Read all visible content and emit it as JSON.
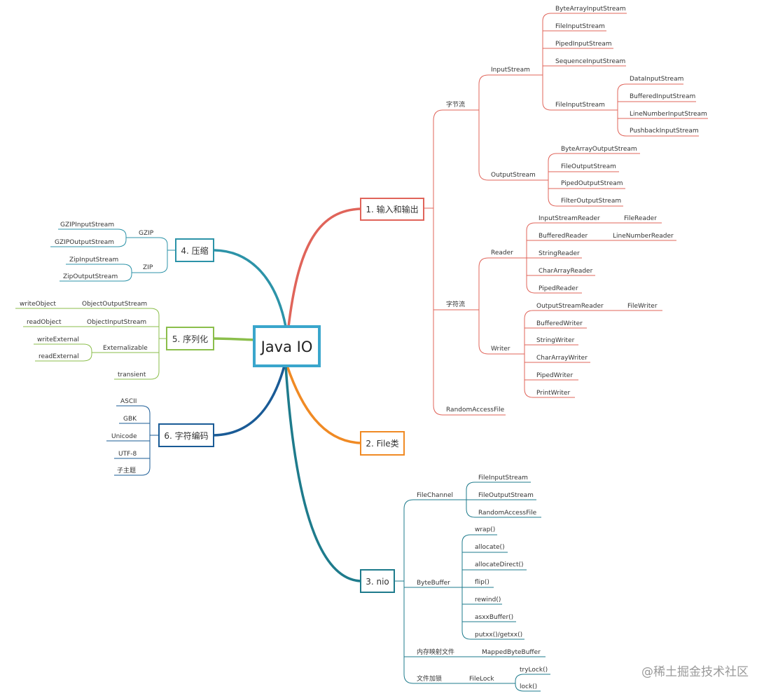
{
  "root": {
    "label": "Java IO"
  },
  "branches": {
    "io": {
      "label": "1. 输入和输出",
      "color": "#e0645a"
    },
    "file": {
      "label": "2. File类",
      "color": "#f08a24"
    },
    "nio": {
      "label": "3. nio",
      "color": "#1e7b8c"
    },
    "zip": {
      "label": "4. 压缩",
      "color": "#2c93a8"
    },
    "ser": {
      "label": "5. 序列化",
      "color": "#8bbe4b"
    },
    "enc": {
      "label": "6. 字符编码",
      "color": "#1a5b96"
    }
  },
  "io": {
    "byte_stream": "字节流",
    "input_stream": "InputStream",
    "input_children": [
      "ByteArrayInputStream",
      "FileInputStream",
      "PipedInputStream",
      "SequenceInputStream",
      "FileInputStream"
    ],
    "filter_children": [
      "DataInputStream",
      "BufferedInputStream",
      "LineNumberInputStream",
      "PushbackInputStream"
    ],
    "output_stream": "OutputStream",
    "output_children": [
      "ByteArrayOutputStream",
      "FileOutputStream",
      "PipedOutputStream",
      "FilterOutputStream"
    ],
    "char_stream": "字符流",
    "reader": "Reader",
    "reader_children": [
      "InputStreamReader",
      "BufferedReader",
      "StringReader",
      "CharArrayReader",
      "PipedReader"
    ],
    "file_reader": "FileReader",
    "line_number_reader": "LineNumberReader",
    "writer": "Writer",
    "writer_children": [
      "OutputStreamReader",
      "BufferedWriter",
      "StringWriter",
      "CharArrayWriter",
      "PipedWriter",
      "PrintWriter"
    ],
    "file_writer": "FileWriter",
    "random_access": "RandomAccessFile"
  },
  "nio": {
    "file_channel": "FileChannel",
    "channel_children": [
      "FileInputStream",
      "FileOutputStream",
      "RandomAccessFile"
    ],
    "byte_buffer": "ByteBuffer",
    "buffer_children": [
      "wrap()",
      "allocate()",
      "allocateDirect()",
      "flip()",
      "rewind()",
      "asxxBuffer()",
      "putxx()/getxx()"
    ],
    "mapped_file": "内存映射文件",
    "mapped_buffer": "MappedByteBuffer",
    "file_lock_group": "文件加锁",
    "file_lock": "FileLock",
    "lock_children": [
      "tryLock()",
      "lock()"
    ]
  },
  "zip": {
    "gzip": "GZIP",
    "gzip_children": [
      "GZIPInputStream",
      "GZIPOutputStream"
    ],
    "zip": "ZIP",
    "zip_children": [
      "ZipInputStream",
      "ZipOutputStream"
    ]
  },
  "ser": {
    "oos": "ObjectOutputStream",
    "write_object": "writeObject",
    "ois": "ObjectInputStream",
    "read_object": "readObject",
    "ext": "Externalizable",
    "write_external": "writeExternal",
    "read_external": "readExternal",
    "transient": "transient"
  },
  "enc": {
    "children": [
      "ASCII",
      "GBK",
      "Unicode",
      "UTF-8",
      "子主题"
    ]
  },
  "watermark": "@稀土掘金技术社区"
}
